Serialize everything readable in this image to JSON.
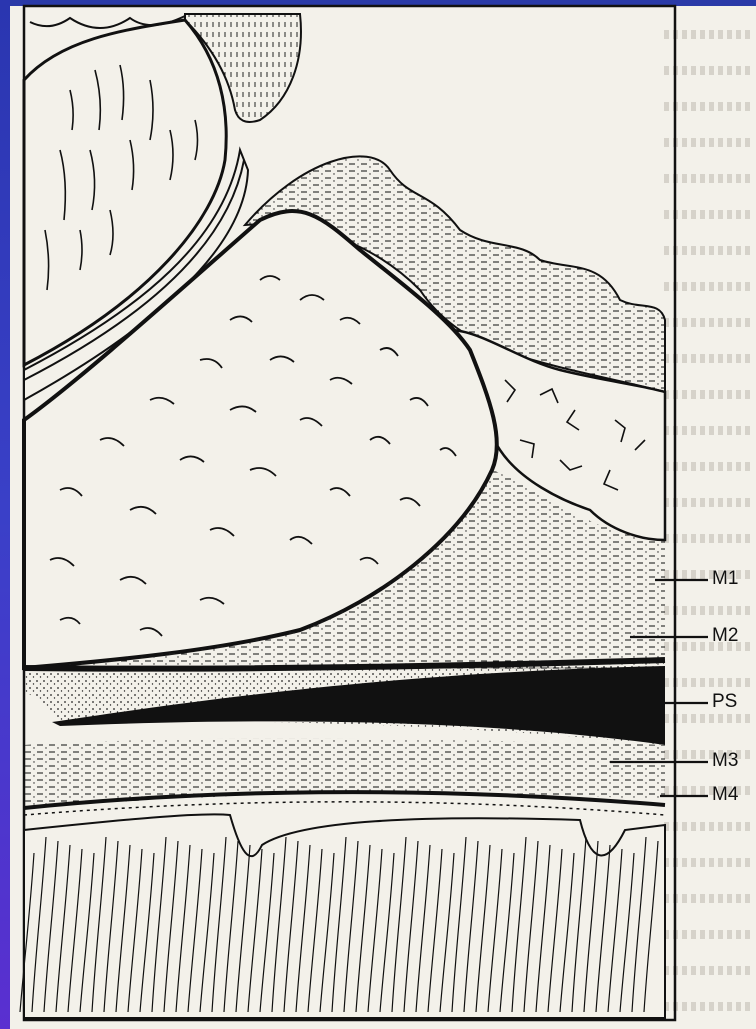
{
  "labels": {
    "m1": "M1",
    "m2": "M2",
    "ps": "PS",
    "m3": "M3",
    "m4": "M4"
  },
  "colors": {
    "ink": "#111111",
    "paper": "#f3f1ea",
    "edge": "#2a3aa8"
  }
}
